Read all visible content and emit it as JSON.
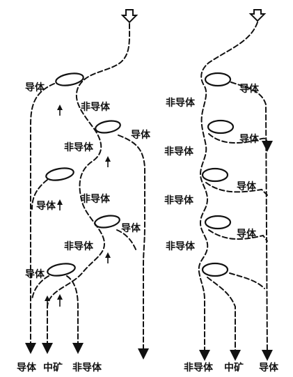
{
  "left_diagram": {
    "labels": {
      "conductor_1": "导体",
      "nonconductor_1": "非导体",
      "conductor_2": "导体",
      "nonconductor_2": "非导体",
      "conductor_3": "导体",
      "nonconductor_3": "非导体",
      "conductor_4": "导体",
      "nonconductor_4": "非导体",
      "conductor_5": "导体"
    },
    "outlets": {
      "left": "导体",
      "middle": "中矿",
      "right": "非导体"
    }
  },
  "right_diagram": {
    "labels": {
      "conductor_1": "导体",
      "nonconductor_1": "非导体",
      "conductor_2": "导体",
      "nonconductor_2": "非导体",
      "conductor_3": "导体",
      "nonconductor_3": "非导体",
      "conductor_4": "导体",
      "nonconductor_4": "非导体"
    },
    "outlets": {
      "left": "非导体",
      "middle": "中矿",
      "right": "导体"
    }
  }
}
